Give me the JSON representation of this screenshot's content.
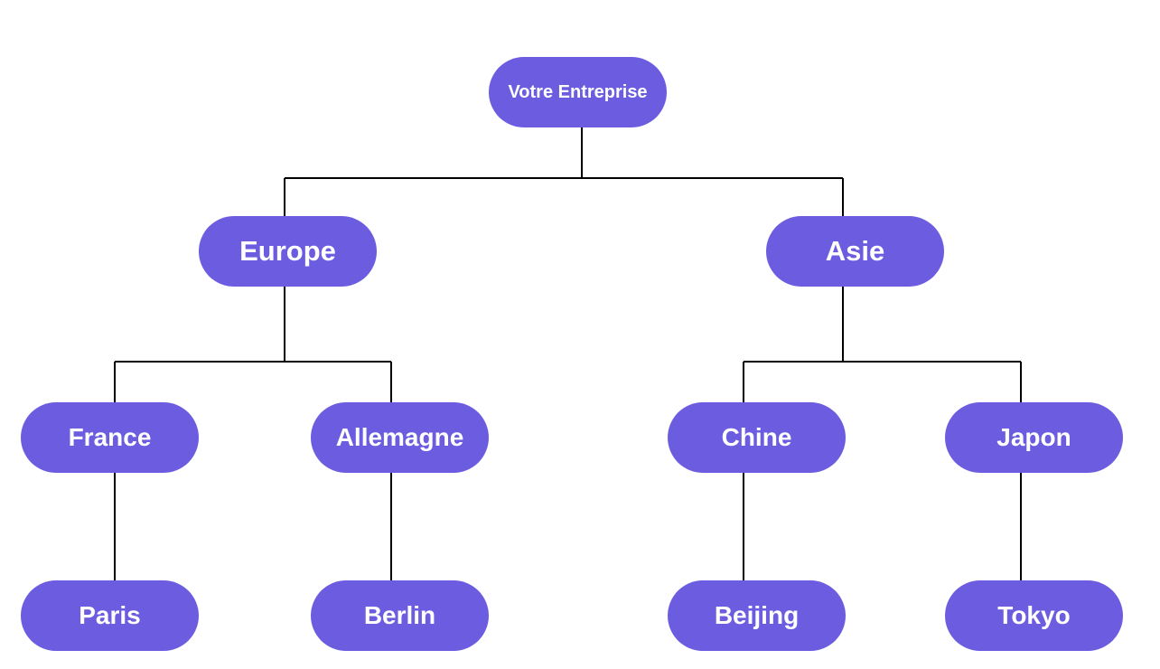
{
  "root": {
    "label": "Votre Entreprise"
  },
  "regions": {
    "europe": {
      "label": "Europe"
    },
    "asie": {
      "label": "Asie"
    }
  },
  "countries": {
    "france": {
      "label": "France"
    },
    "allemagne": {
      "label": "Allemagne"
    },
    "chine": {
      "label": "Chine"
    },
    "japon": {
      "label": "Japon"
    }
  },
  "cities": {
    "paris": {
      "label": "Paris"
    },
    "berlin": {
      "label": "Berlin"
    },
    "beijing": {
      "label": "Beijing"
    },
    "tokyo": {
      "label": "Tokyo"
    }
  },
  "colors": {
    "node_fill": "#6c5ce0",
    "node_text": "#ffffff",
    "connector": "#000000"
  }
}
